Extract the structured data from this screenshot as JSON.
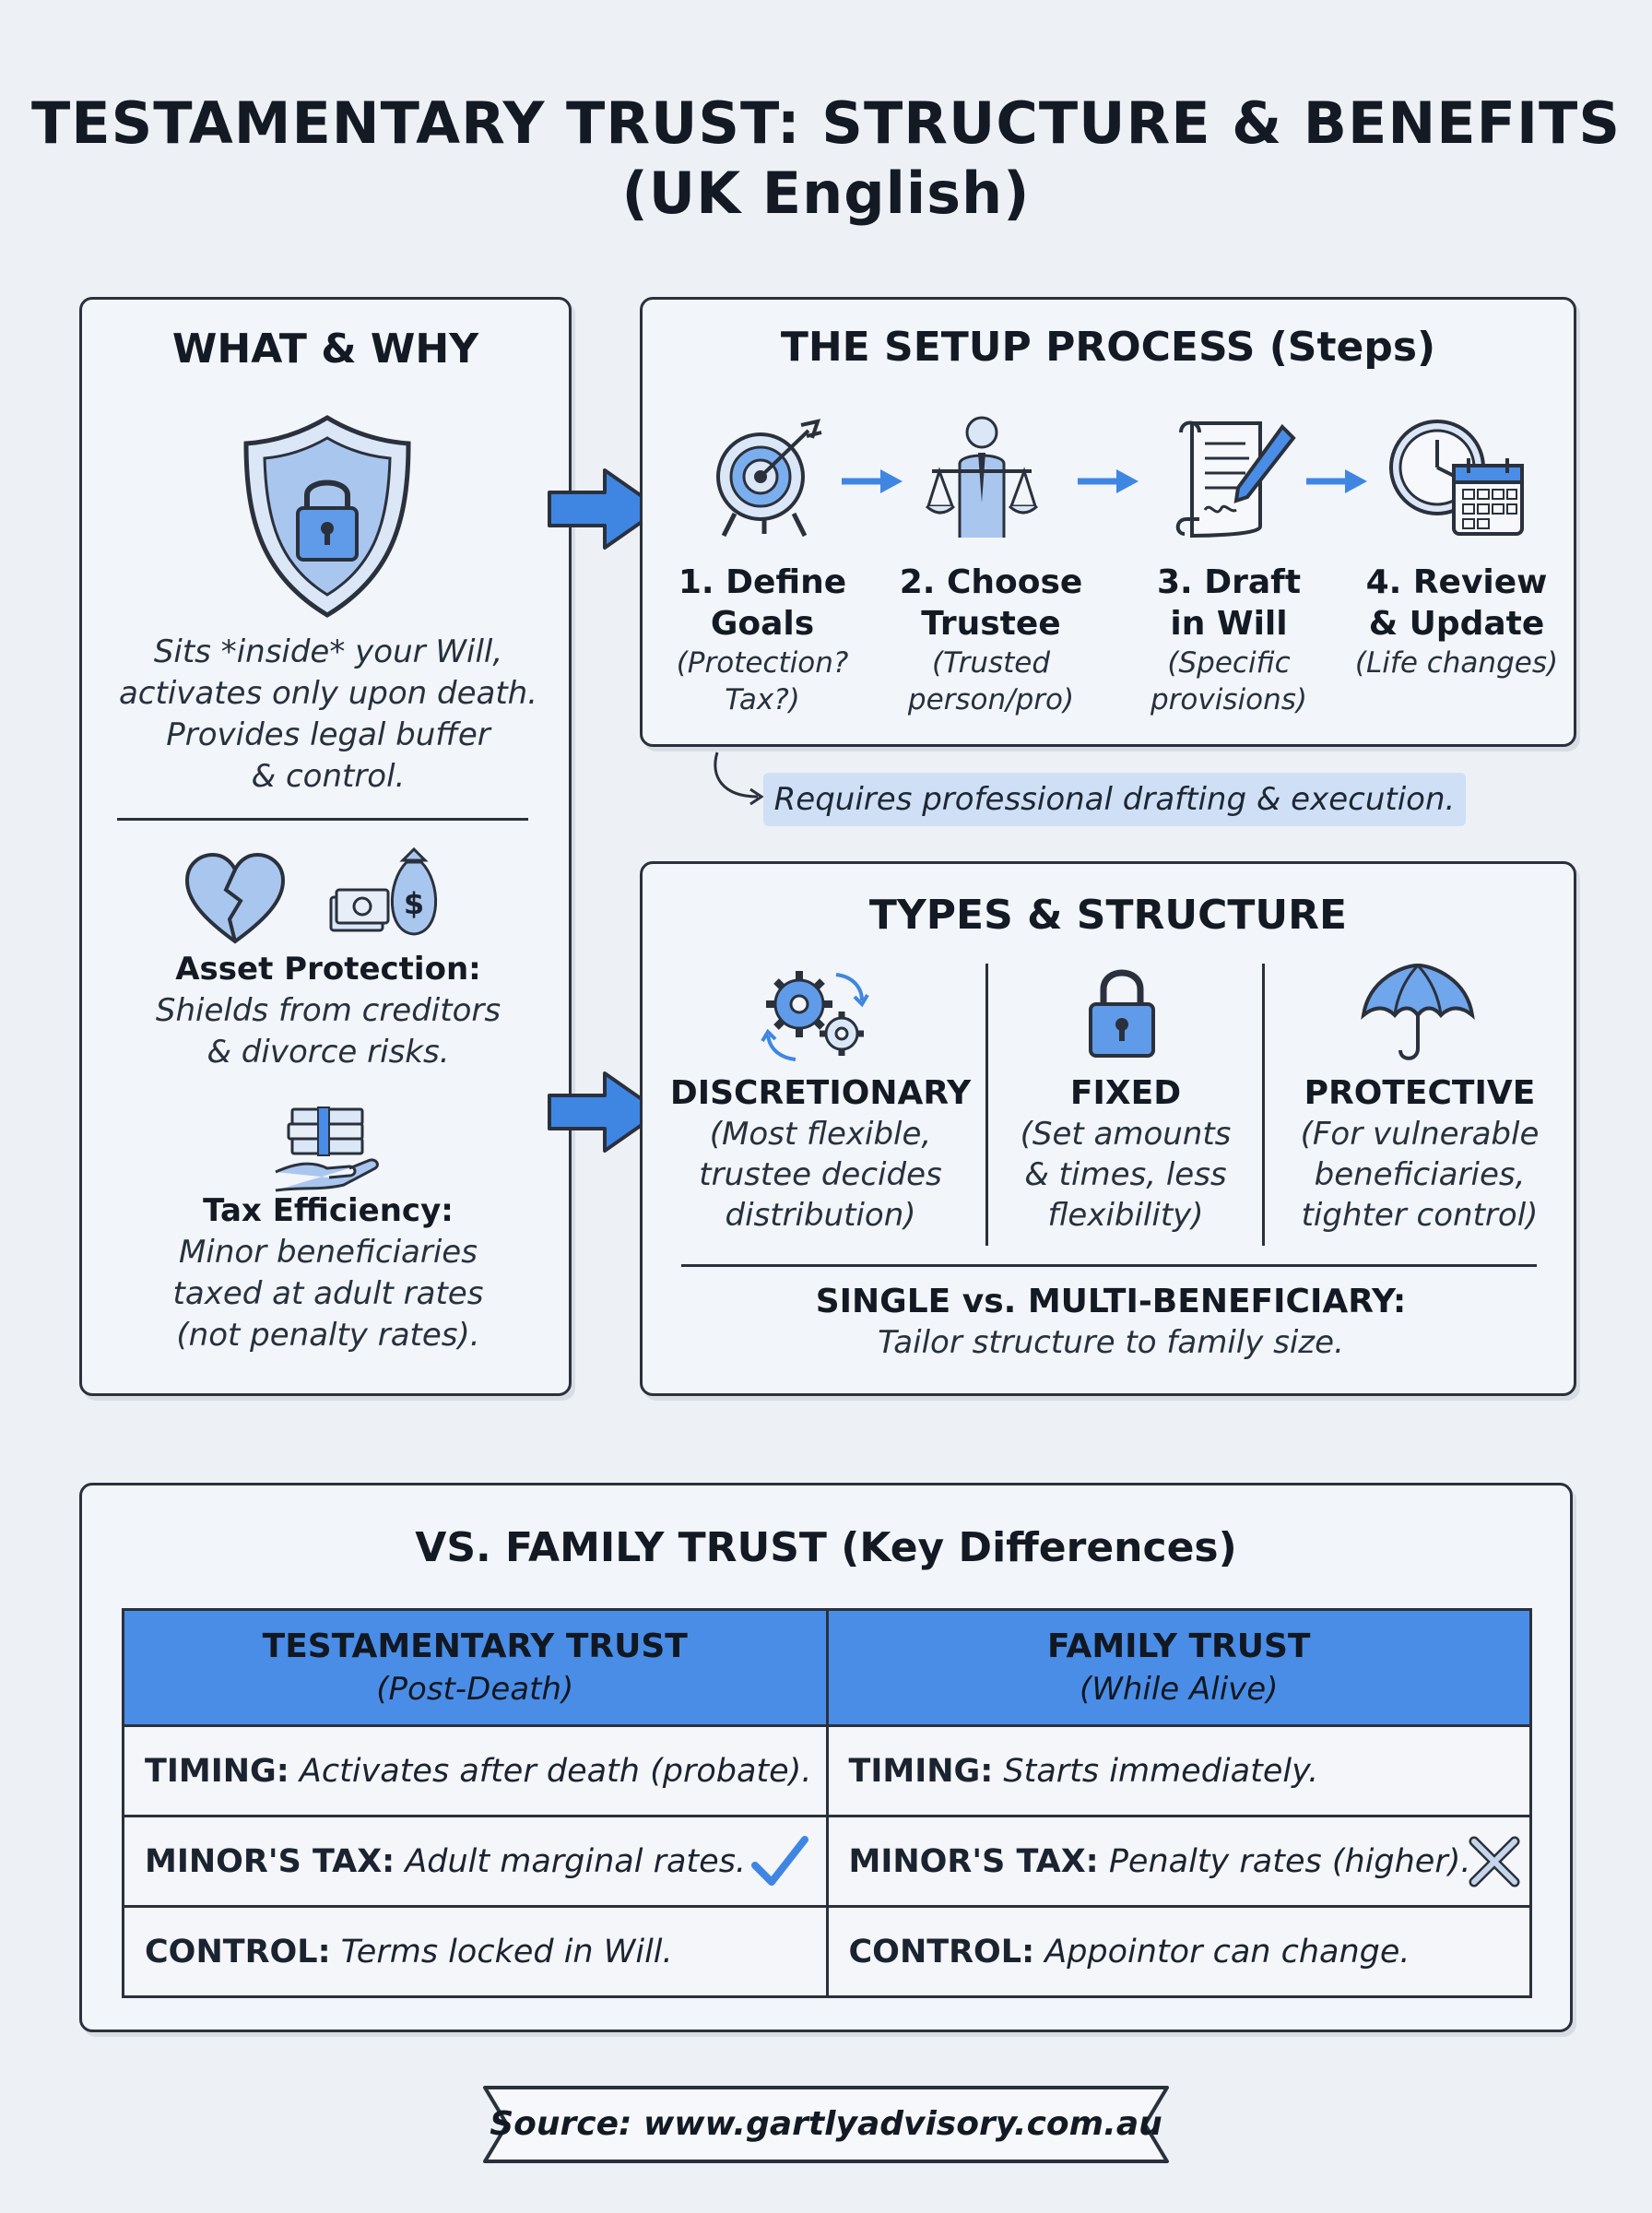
{
  "title": {
    "line1": "TESTAMENTARY TRUST: STRUCTURE & BENEFITS",
    "line2": "(UK English)"
  },
  "what_why": {
    "heading": "WHAT & WHY",
    "intro": [
      "Sits *inside* your Will,",
      "activates only upon death.",
      "Provides legal buffer",
      "& control."
    ],
    "asset": {
      "label": "Asset Protection:",
      "text": [
        "Shields from creditors",
        "& divorce risks."
      ]
    },
    "tax": {
      "label": "Tax Efficiency:",
      "text": [
        "Minor beneficiaries",
        "taxed at adult rates",
        "(not penalty rates)."
      ]
    }
  },
  "setup": {
    "heading": "THE SETUP PROCESS (Steps)",
    "steps": [
      {
        "label": [
          "1. Define",
          "Goals"
        ],
        "sub": [
          "(Protection?",
          "Tax?)"
        ]
      },
      {
        "label": [
          "2. Choose",
          "Trustee"
        ],
        "sub": [
          "(Trusted",
          "person/pro)"
        ]
      },
      {
        "label": [
          "3. Draft",
          "in Will"
        ],
        "sub": [
          "(Specific",
          "provisions)"
        ]
      },
      {
        "label": [
          "4. Review",
          "& Update"
        ],
        "sub": [
          "(Life changes)"
        ]
      }
    ],
    "note": "Requires professional drafting & execution."
  },
  "types": {
    "heading": "TYPES & STRUCTURE",
    "items": [
      {
        "label": "DISCRETIONARY",
        "sub": [
          "(Most flexible,",
          "trustee decides",
          "distribution)"
        ]
      },
      {
        "label": "FIXED",
        "sub": [
          "(Set amounts",
          "& times, less",
          "flexibility)"
        ]
      },
      {
        "label": "PROTECTIVE",
        "sub": [
          "(For vulnerable",
          "beneficiaries,",
          "tighter control)"
        ]
      }
    ],
    "footer_label": "SINGLE vs. MULTI-BENEFICIARY:",
    "footer_text": "Tailor structure to family size."
  },
  "comparison": {
    "heading": "VS. FAMILY TRUST (Key Differences)",
    "columns": [
      {
        "title": "TESTAMENTARY TRUST",
        "sub": "(Post-Death)"
      },
      {
        "title": "FAMILY TRUST",
        "sub": "(While Alive)"
      }
    ],
    "rows": [
      {
        "left_key": "TIMING:",
        "left_val": "Activates after death (probate).",
        "right_key": "TIMING:",
        "right_val": "Starts immediately."
      },
      {
        "left_key": "MINOR'S TAX:",
        "left_val": "Adult marginal rates.",
        "right_key": "MINOR'S TAX:",
        "right_val": "Penalty rates (higher)."
      },
      {
        "left_key": "CONTROL:",
        "left_val": "Terms locked in Will.",
        "right_key": "CONTROL:",
        "right_val": "Appointor can change."
      }
    ]
  },
  "source": "Source: www.gartlyadvisory.com.au",
  "colors": {
    "accent": "#4a8de6",
    "ink": "#2a313d",
    "background": "#edf1f6",
    "highlight": "#cfdff5"
  },
  "icons": [
    "shield-lock-icon",
    "broken-heart-icon",
    "money-bag-icon",
    "cash-hand-icon",
    "target-icon",
    "trustee-scales-icon",
    "scroll-pen-icon",
    "clock-calendar-icon",
    "gears-icon",
    "padlock-icon",
    "umbrella-icon",
    "check-icon",
    "cross-icon"
  ]
}
